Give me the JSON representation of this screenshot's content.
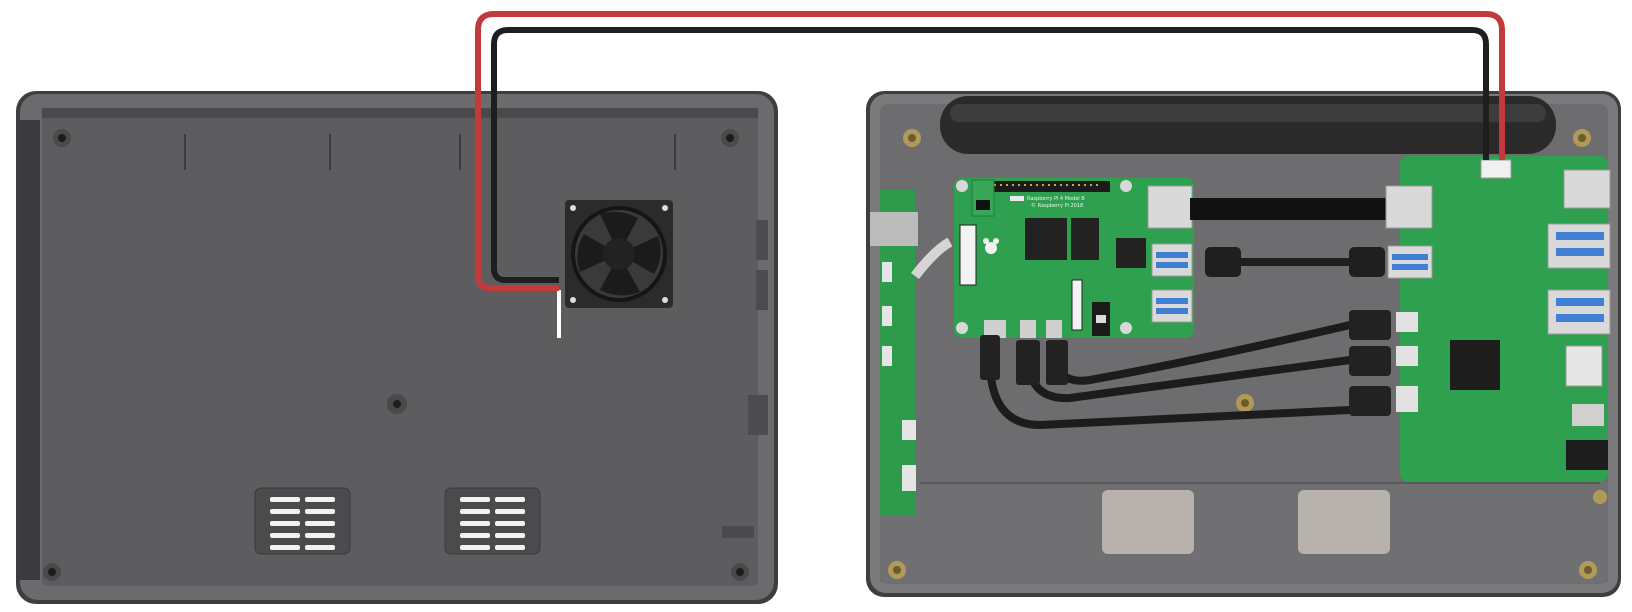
{
  "pi_board": {
    "model_label": "Raspberry Pi 4 Model B",
    "copyright_label": "© Raspberry Pi 2018"
  },
  "colors": {
    "enclosure_dark": "#5c5c5e",
    "enclosure_light": "#7a7a7c",
    "pcb_green": "#2ea04f",
    "wire_red": "#c33a3a",
    "wire_black": "#1e1e1e",
    "usb_blue": "#3f7fd4",
    "fan": "#2a2a2a"
  },
  "icons": {
    "fan": "fan-icon",
    "pi_logo": "raspberry-pi-logo"
  }
}
